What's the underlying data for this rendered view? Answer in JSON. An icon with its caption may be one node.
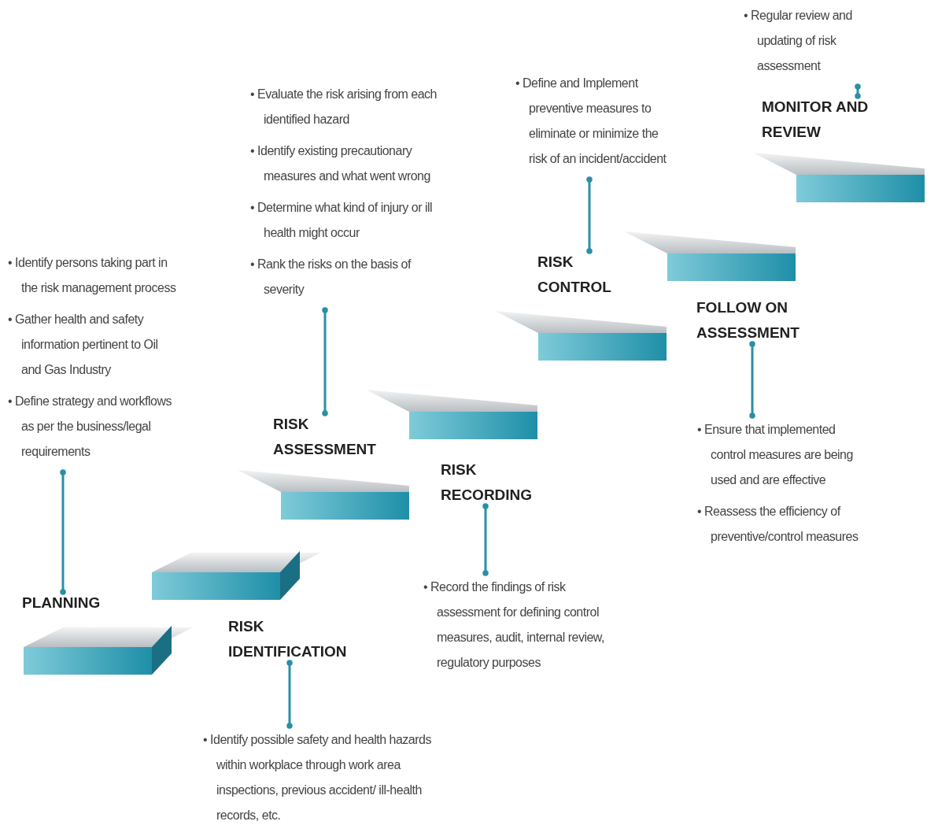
{
  "diagram": {
    "nodes": [
      {
        "text": [
          "• Identify persons taking part in the risk management process",
          "• Gather health and safety information pertinent to Oil and Gas Industry",
          "• Define strategy  and workflows as per the business/legal requirements"
        ]
      },
      {
        "text": [
          "PLANNING"
        ]
      },
      {
        "text": [
          "RISK IDENTIFICATION"
        ]
      },
      {
        "text": [
          "• Identify possible safety and health hazards within workplace through work area inspections, previous accident/ ill-health records, etc."
        ]
      },
      {
        "text": [
          "• Evaluate the risk arising from each identified hazard",
          "• Identify existing precautionary measures and what went wrong",
          "• Determine what kind of injury or ill health might occur",
          "• Rank the risks on the basis of severity"
        ]
      },
      {
        "text": [
          "RISK ASSESSMENT"
        ]
      },
      {
        "text": [
          "RISK RECORDING"
        ]
      },
      {
        "text": [
          "• Record the findings of risk assessment for defining control measures, audit, internal review, regulatory purposes"
        ]
      },
      {
        "text": [
          "• Define and Implement preventive measures to eliminate or minimize the risk of an incident/accident"
        ]
      },
      {
        "text": [
          "RISK CONTROL"
        ]
      },
      {
        "text": [
          "FOLLOW ON ASSESSMENT"
        ]
      },
      {
        "text": [
          "• Ensure that implemented control measures are being used and are effective",
          "• Reassess the efficiency of preventive/control measures"
        ]
      },
      {
        "text": [
          "• Regular review and updating of risk assessment"
        ]
      },
      {
        "text": [
          "MONITOR AND REVIEW"
        ]
      }
    ],
    "edges": [
      {
        "from": 0,
        "to": 1,
        "arrow": "other"
      },
      {
        "from": 3,
        "to": 2,
        "arrow": "other"
      },
      {
        "from": 4,
        "to": 5,
        "arrow": "other"
      },
      {
        "from": 7,
        "to": 6,
        "arrow": "other"
      },
      {
        "from": 8,
        "to": 9,
        "arrow": "other"
      },
      {
        "from": 11,
        "to": 10,
        "arrow": "other"
      },
      {
        "from": 12,
        "to": 13,
        "arrow": "other"
      }
    ]
  }
}
